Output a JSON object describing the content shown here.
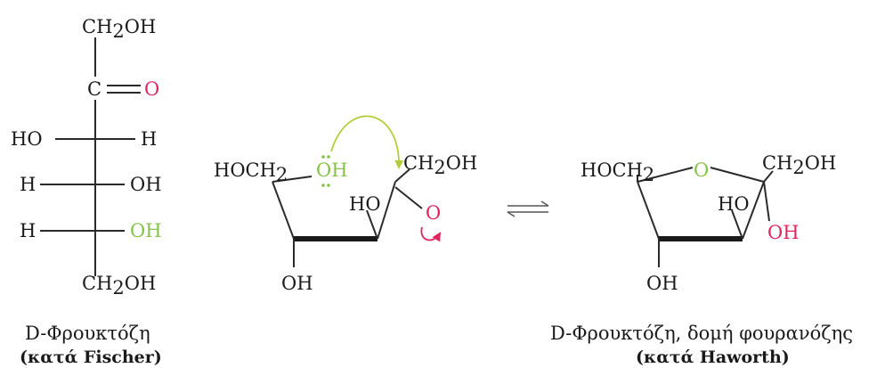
{
  "colors": {
    "text": "#1a1a1a",
    "oxygen_red": "#e0245e",
    "hydroxyl_green": "#86c24a",
    "arrow_green": "#b6cc3c",
    "arrow_magenta": "#e0245e"
  },
  "fischer": {
    "top": "CH",
    "top_sub": "2",
    "top_suffix": "OH",
    "carbonyl_c": "C",
    "carbonyl_o": "O",
    "row1_left": "HO",
    "row1_right": "H",
    "row2_left": "H",
    "row2_right": "OH",
    "row3_left": "H",
    "row3_right": "OH",
    "bottom": "CH",
    "bottom_sub": "2",
    "bottom_suffix": "OH",
    "caption_prefix": "D",
    "caption_main": "-Φρουκτόζη",
    "caption_sub": "(κατά Fischer)"
  },
  "intermediate": {
    "left_group": "HOCH",
    "left_sub": "2",
    "ring_oh": "OH",
    "right_group": "CH",
    "right_sub": "2",
    "right_suffix": "OH",
    "ho": "HO",
    "carbonyl_o": "O",
    "bottom_oh": "OH"
  },
  "haworth": {
    "left_group": "HOCH",
    "left_sub": "2",
    "ring_o": "O",
    "right_group": "CH",
    "right_sub": "2",
    "right_suffix": "OH",
    "ho": "HO",
    "anomeric_oh": "OH",
    "bottom_oh": "OH",
    "caption_prefix": "D",
    "caption_main": "-Φρουκτόζη, δομή φουρανόζης",
    "caption_sub": "(κατά Haworth)"
  }
}
